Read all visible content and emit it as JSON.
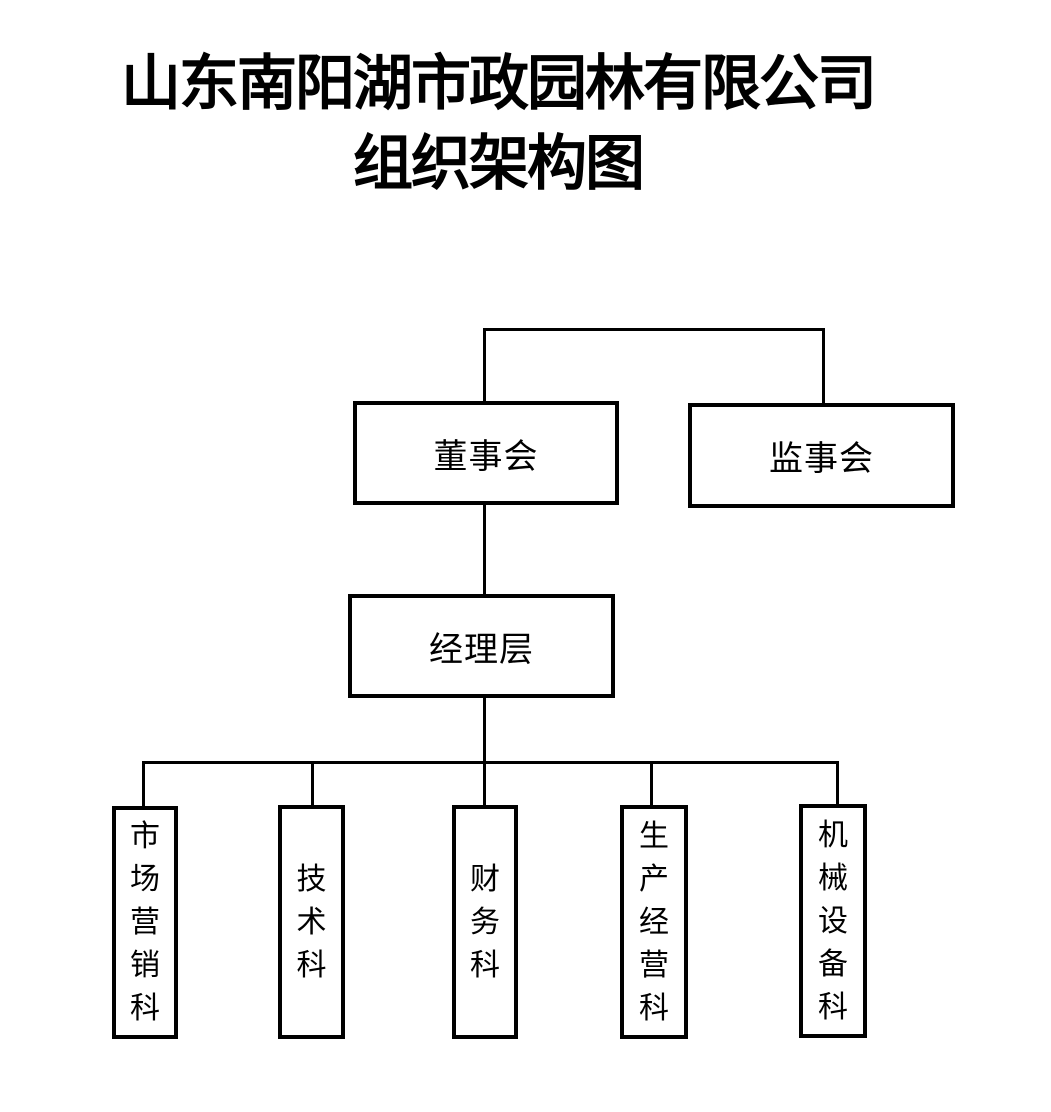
{
  "title": {
    "line1": "山东南阳湖市政园林有限公司",
    "line2": "组织架构图"
  },
  "chart_data": {
    "type": "org-chart",
    "nodes": {
      "board": "董事会",
      "supervisory": "监事会",
      "management": "经理层",
      "marketing": "市场营销科",
      "technology": "技术科",
      "finance": "财务科",
      "production": "生产经营科",
      "machinery": "机械设备科"
    },
    "edges": [
      {
        "from": "top-bracket",
        "to": "board"
      },
      {
        "from": "top-bracket",
        "to": "supervisory"
      },
      {
        "from": "board",
        "to": "management"
      },
      {
        "from": "management",
        "to": "marketing"
      },
      {
        "from": "management",
        "to": "technology"
      },
      {
        "from": "management",
        "to": "finance"
      },
      {
        "from": "management",
        "to": "production"
      },
      {
        "from": "management",
        "to": "machinery"
      }
    ],
    "layout_hint": "title top-center; board and supervisory joined by a top bracket; management below board; five vertical-text department boxes in a bottom row"
  },
  "colors": {
    "background": "#ffffff",
    "line": "#000000",
    "text": "#000000"
  }
}
